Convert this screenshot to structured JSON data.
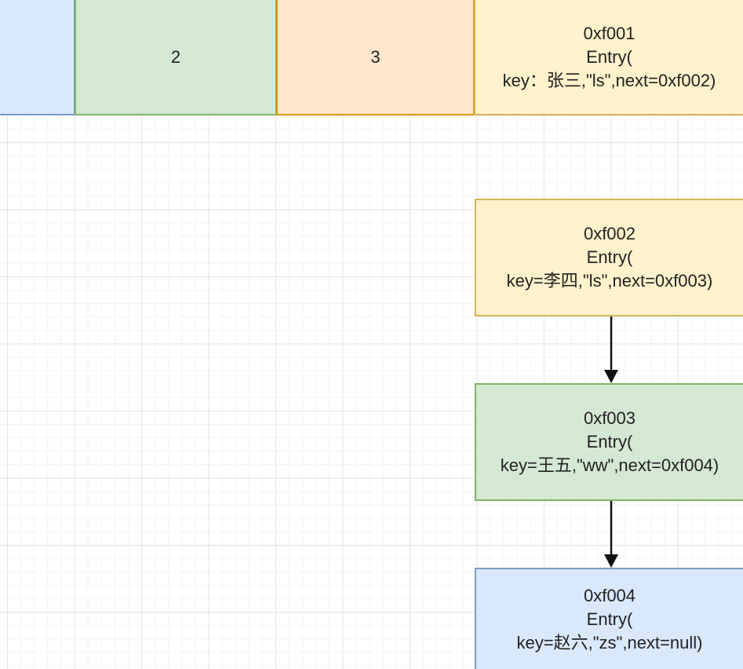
{
  "array_cells": [
    {
      "label": "",
      "color": "#dae8fc"
    },
    {
      "label": "2",
      "color": "#d5e8d4"
    },
    {
      "label": "3",
      "color": "#ffe6cc"
    }
  ],
  "entries": [
    {
      "address": "0xf001",
      "type": "Entry(",
      "body": "key：张三,\"ls\",next=0xf002)",
      "color": "#fff2cc"
    },
    {
      "address": "0xf002",
      "type": "Entry(",
      "body": "key=李四,\"ls\",next=0xf003)",
      "color": "#fff2cc"
    },
    {
      "address": "0xf003",
      "type": "Entry(",
      "body": "key=王五,\"ww\",next=0xf004)",
      "color": "#d5e8d4"
    },
    {
      "address": "0xf004",
      "type": "Entry(",
      "body": "key=赵六,\"zs\",next=null)",
      "color": "#dae8fc"
    }
  ],
  "arrows": [
    {
      "from": "0xf002",
      "to": "0xf003",
      "icon": "arrow-down-icon"
    },
    {
      "from": "0xf003",
      "to": "0xf004",
      "icon": "arrow-down-icon"
    }
  ]
}
